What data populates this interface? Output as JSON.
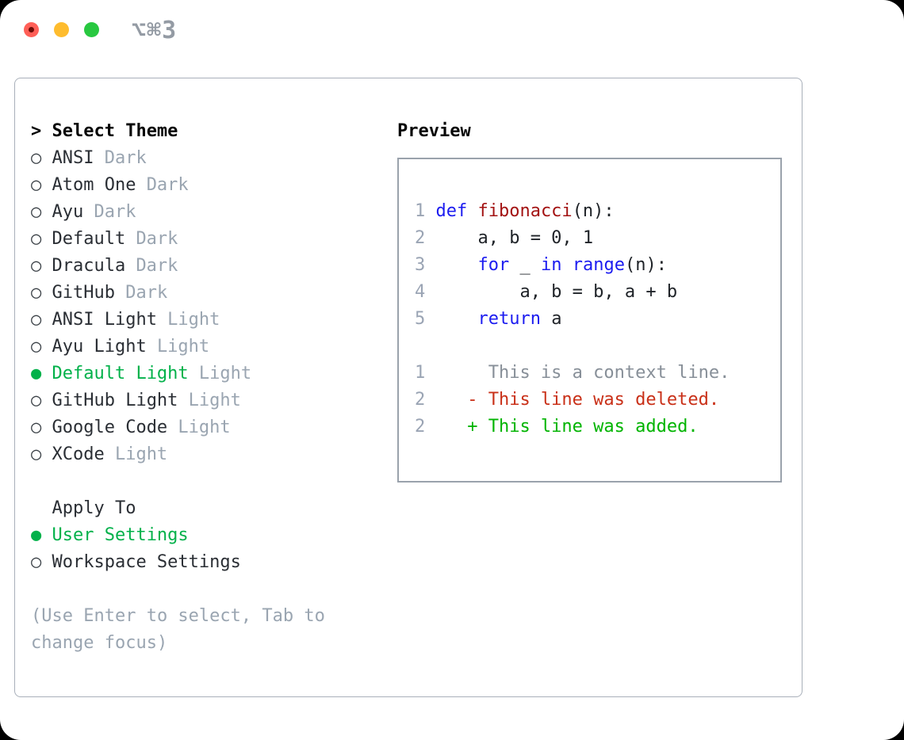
{
  "window": {
    "title": "⌥⌘3",
    "traffic_lights": [
      "close",
      "minimize",
      "maximize"
    ]
  },
  "colors": {
    "selection_green": "#02b14a",
    "added_green": "#00b400",
    "deleted_red": "#c93018",
    "keyword_blue": "#1c1cf0",
    "function_red": "#a31313",
    "muted_gray": "#9aa5b1",
    "line_number_gray": "#9aa4b4",
    "panel_border": "#a9b0ba"
  },
  "theme_list": {
    "marker": ">",
    "title": "Select Theme",
    "items": [
      {
        "marker": "○",
        "name": "ANSI",
        "tag": "Dark",
        "selected": false
      },
      {
        "marker": "○",
        "name": "Atom One",
        "tag": "Dark",
        "selected": false
      },
      {
        "marker": "○",
        "name": "Ayu",
        "tag": "Dark",
        "selected": false
      },
      {
        "marker": "○",
        "name": "Default",
        "tag": "Dark",
        "selected": false
      },
      {
        "marker": "○",
        "name": "Dracula",
        "tag": "Dark",
        "selected": false
      },
      {
        "marker": "○",
        "name": "GitHub",
        "tag": "Dark",
        "selected": false
      },
      {
        "marker": "○",
        "name": "ANSI Light",
        "tag": "Light",
        "selected": false
      },
      {
        "marker": "○",
        "name": "Ayu Light",
        "tag": "Light",
        "selected": false
      },
      {
        "marker": "●",
        "name": "Default Light",
        "tag": "Light",
        "selected": true
      },
      {
        "marker": "○",
        "name": "GitHub Light",
        "tag": "Light",
        "selected": false
      },
      {
        "marker": "○",
        "name": "Google Code",
        "tag": "Light",
        "selected": false
      },
      {
        "marker": "○",
        "name": "XCode",
        "tag": "Light",
        "selected": false
      }
    ]
  },
  "apply_to": {
    "title": "Apply To",
    "items": [
      {
        "marker": "●",
        "label": "User Settings",
        "selected": true
      },
      {
        "marker": "○",
        "label": "Workspace Settings",
        "selected": false
      }
    ]
  },
  "hint_lines": [
    "(Use Enter to select, Tab to",
    "change focus)"
  ],
  "preview": {
    "title": "Preview",
    "lines": [
      {
        "num": "1",
        "s0": "def ",
        "s1": "fibonacci",
        "s2": "(n):"
      },
      {
        "num": "2",
        "s0": "    a, b = 0, 1"
      },
      {
        "num": "3",
        "s0": "    ",
        "s1": "for",
        "s2": " _ ",
        "s3": "in",
        "s4": " ",
        "s5": "range",
        "s6": "(n):"
      },
      {
        "num": "4",
        "s0": "        a, b = b, a + b"
      },
      {
        "num": "5",
        "s0": "    ",
        "s1": "return",
        "s2": " a"
      },
      {
        "num": "",
        "s0": ""
      },
      {
        "num": "1",
        "s0": "     This is a context line."
      },
      {
        "num": "2",
        "s0": "   - This line was deleted."
      },
      {
        "num": "2",
        "s0": "   + This line was added."
      }
    ]
  }
}
